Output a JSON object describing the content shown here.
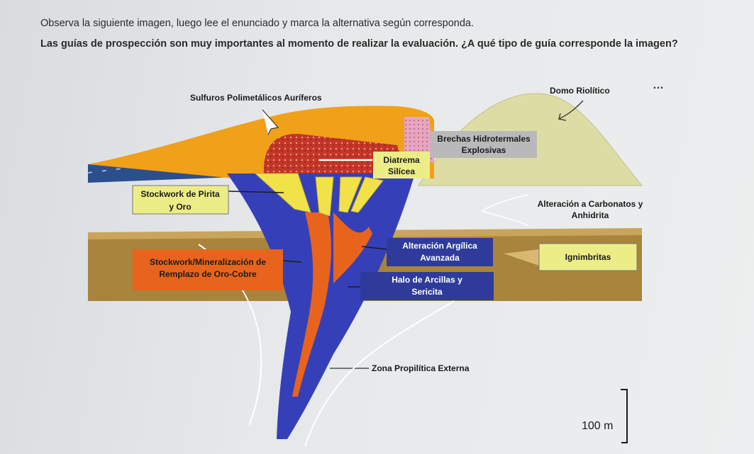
{
  "instruction": "Observa la siguiente imagen, luego lee el enunciado y marca la alternativa según corresponda.",
  "question": "Las guías de prospección son muy importantes al momento de realizar la evaluación. ¿A qué tipo de guía corresponde la imagen?",
  "more_icon": "…",
  "labels": {
    "sulfuros": "Sulfuros Polimetálicos Auríferos",
    "domo": "Domo Riolítico",
    "brechas_1": "Brechas Hidrotermales",
    "brechas_2": "Explosivas",
    "diatrema_1": "Diatrema",
    "diatrema_2": "Silícea",
    "stockwork_pirita_1": "Stockwork de Pirita",
    "stockwork_pirita_2": "y Oro",
    "alteracion_carb_1": "Alteración a Carbonatos y",
    "alteracion_carb_2": "Anhidrita",
    "argilica_1": "Alteración Argílica",
    "argilica_2": "Avanzada",
    "ignimbritas": "Ignimbritas",
    "stockwork_min_1": "Stockwork/Mineralización de",
    "stockwork_min_2": "Remplazo de Oro-Cobre",
    "halo_1": "Halo de Arcillas y",
    "halo_2": "Sericita",
    "propilitica": "Zona Propilítica Externa",
    "scale": "100 m"
  },
  "colors": {
    "orange": "#f0a019",
    "dome": "#dcdca4",
    "blue": "#3540b8",
    "brown": "#a8843c",
    "red_breccia": "#c4352a",
    "yellow": "#f2e24a",
    "box_yellow": "#eded88",
    "box_orange": "#e8641c",
    "box_blue": "#2e3b9a",
    "box_grey": "#b9b9b9"
  }
}
